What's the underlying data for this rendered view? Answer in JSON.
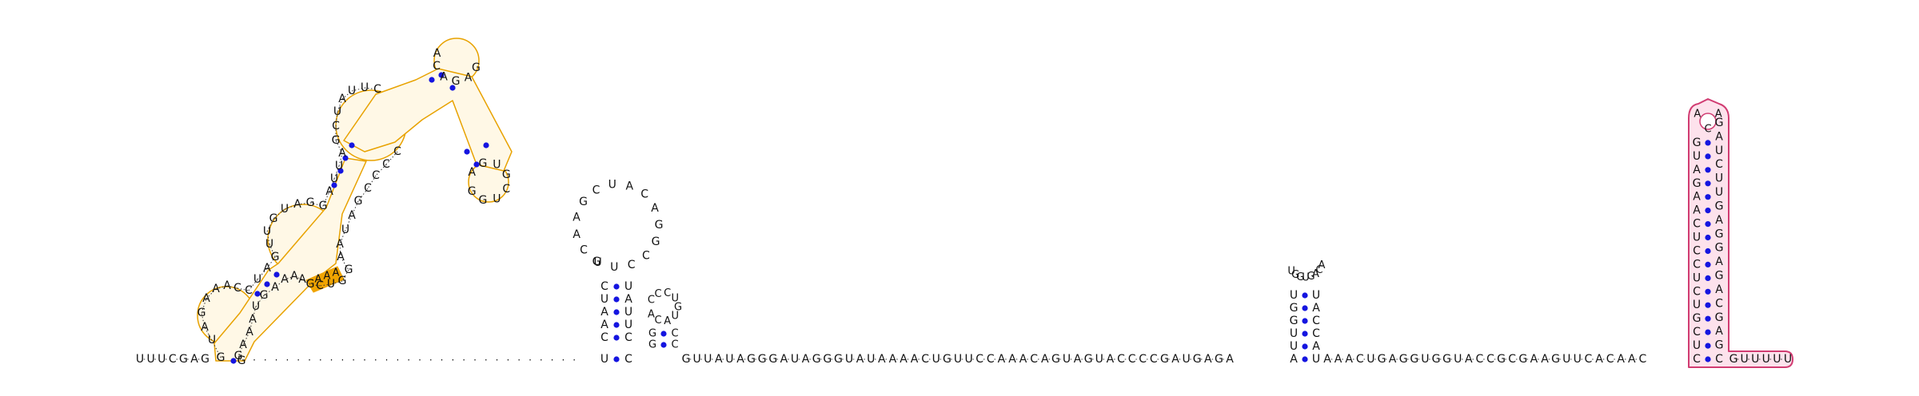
{
  "colors": {
    "background": "#ffffff",
    "nucleotide_text": "#111111",
    "backbone": "#333333",
    "base_pair_dot": "#1515e0",
    "domain1_outline": "#e8a200",
    "domain1_fill": "#fff8e6",
    "domain1_highlight": "#f0a400",
    "terminator_outline": "#d13c72",
    "terminator_fill": "#fde2ec",
    "unmodeled_dots": "#777777"
  },
  "sequences": {
    "five_prime_linker": "UUUCGAG",
    "unmodeled_region_gap": "..............................",
    "hairpin2_left": "UUCCGGACAUCGAACG",
    "hairpin3": "ACAUGUCCC",
    "middle_linker": "GUUAUAGGGAUAGGGUAUAAAACUGUUCCAAACAGUAGUACCCCGAUGAGA",
    "hairpin4": "UUGGUUGUGACAACCAU",
    "linker_before_terminator": "AAACUGAGGUGGUACCGCGAAGUUCACAAC",
    "terminator_stem_left": "CUCGUCUCCUCAAGAUG",
    "terminator_loop": "ACA",
    "terminator_stem_right": "GAUCUUGAGGAGACGAGC",
    "three_prime_tail": "GUUUUU",
    "domain1_5p_strand": "GUAGAAACCUAGUUGUAGGAUUAGCUAUUCUC",
    "domain1_apical_loop": "ACAGAG",
    "domain1_terminal_loop": "GGUCGUGA",
    "domain1_3p_strand": "CCCCGAUAAGGUCGAAAAGUAAAGG"
  },
  "annotations": {
    "highlight_bases": "AAA",
    "n_terminal_label": ""
  }
}
